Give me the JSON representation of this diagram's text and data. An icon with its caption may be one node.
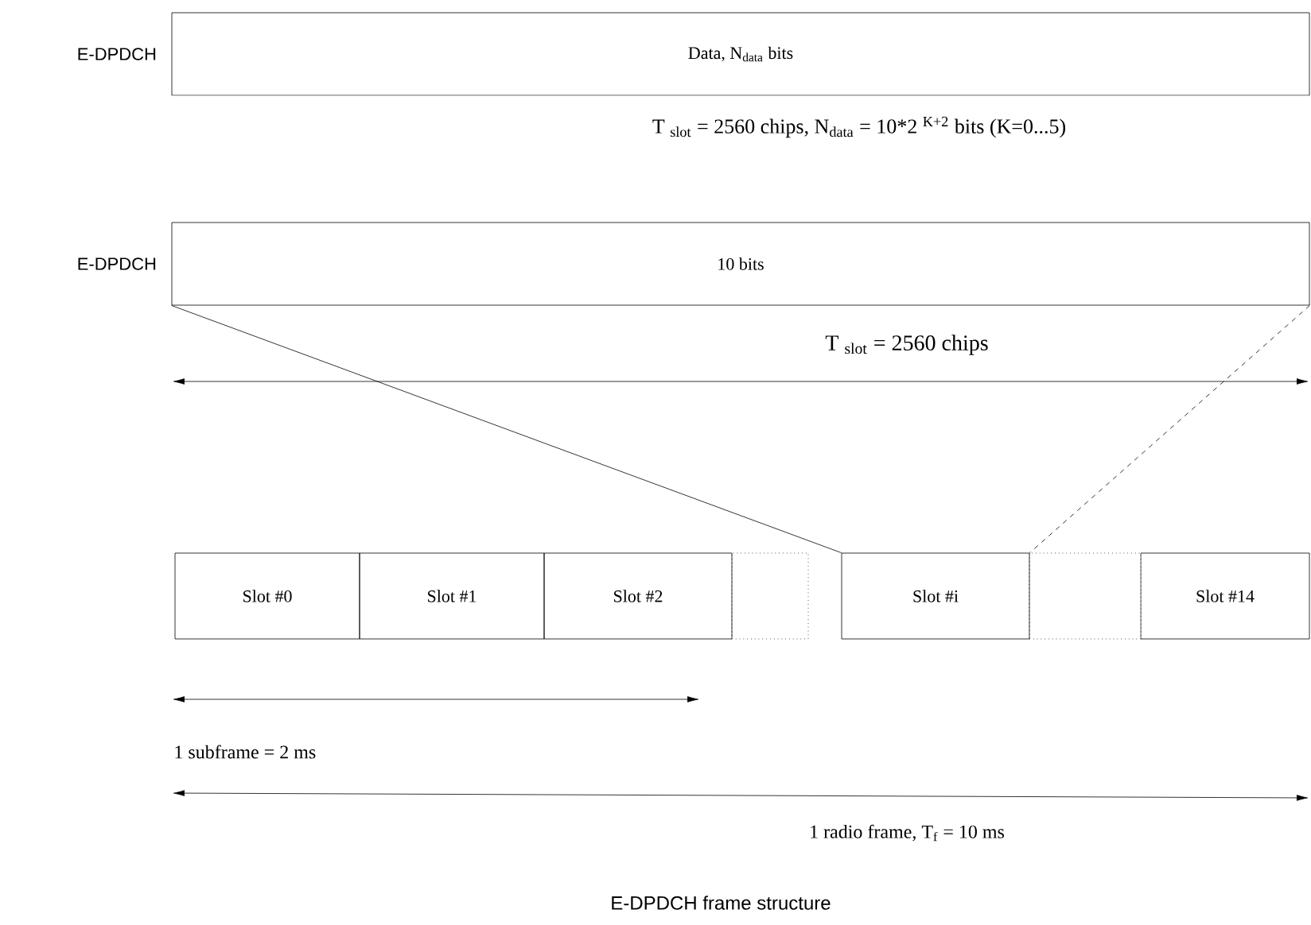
{
  "diagram": {
    "caption": "E-DPDCH frame structure",
    "nodes": [
      {
        "text": [
          "Data, N$_{data}$ bits"
        ],
        "beside": [
          "E-DPDCH"
        ]
      },
      {
        "text": [
          "10 bits"
        ],
        "beside": [
          "E-DPDCH"
        ]
      },
      {
        "text": [
          "Slot #0"
        ]
      },
      {
        "text": [
          "Slot #1"
        ]
      },
      {
        "text": [
          "Slot #2"
        ]
      },
      {
        "text": [],
        "shape": "box"
      },
      {
        "text": [
          "Slot #i"
        ]
      },
      {
        "text": [],
        "shape": "box"
      },
      {
        "text": [
          "Slot #14"
        ]
      }
    ],
    "edges": [
      {
        "from": 1,
        "to": 6,
        "arrow": "none"
      },
      {
        "from": 1,
        "to": 6,
        "arrow": "none",
        "style": "dashed"
      }
    ],
    "labels": [
      "T $_{slot}$ = 2560 chips, N$_{data}$ = 10*2 $^{K+2}$ bits (K=0...5)",
      "T $_{slot}$ = 2560 chips",
      "1 subframe = 2 ms",
      "1 radio frame, T$_{f}$ = 10 ms"
    ]
  }
}
